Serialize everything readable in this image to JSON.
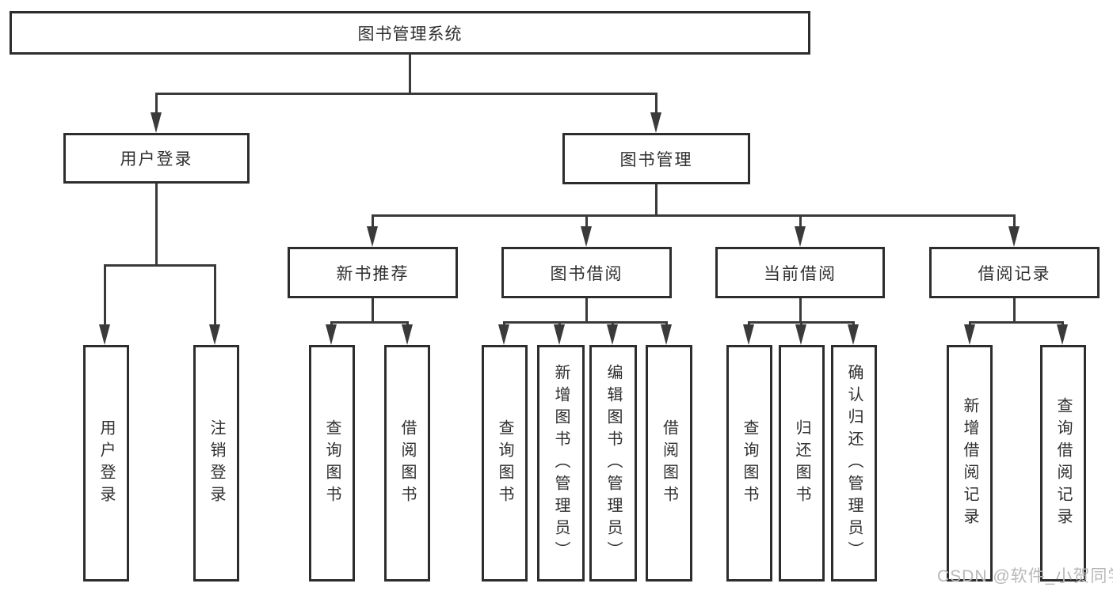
{
  "nodes": {
    "root": {
      "label": "图书管理系统"
    },
    "level2": [
      {
        "label": "用户登录"
      },
      {
        "label": "图书管理"
      }
    ],
    "level3": [
      {
        "label": "新书推荐"
      },
      {
        "label": "图书借阅"
      },
      {
        "label": "当前借阅"
      },
      {
        "label": "借阅记录"
      }
    ],
    "leaves": {
      "user_login": [
        "用户登录",
        "注销登录"
      ],
      "new_book_recommend": [
        "查询图书",
        "借阅图书"
      ],
      "book_borrow": [
        "查询图书",
        "新增图书（管理员）",
        "编辑图书（管理员）",
        "借阅图书"
      ],
      "current_borrow": [
        "查询图书",
        "归还图书",
        "确认归还（管理员）"
      ],
      "borrow_records": [
        "新增借阅记录",
        "查询借阅记录"
      ]
    }
  },
  "watermark": {
    "text": "CSDN @软件_小贺同学"
  },
  "colors": {
    "line": "#3a3a3a",
    "box_border": "#2d2d2d",
    "text": "#2f2f2f",
    "watermark_text": "#b8b8b8",
    "background": "#ffffff"
  }
}
